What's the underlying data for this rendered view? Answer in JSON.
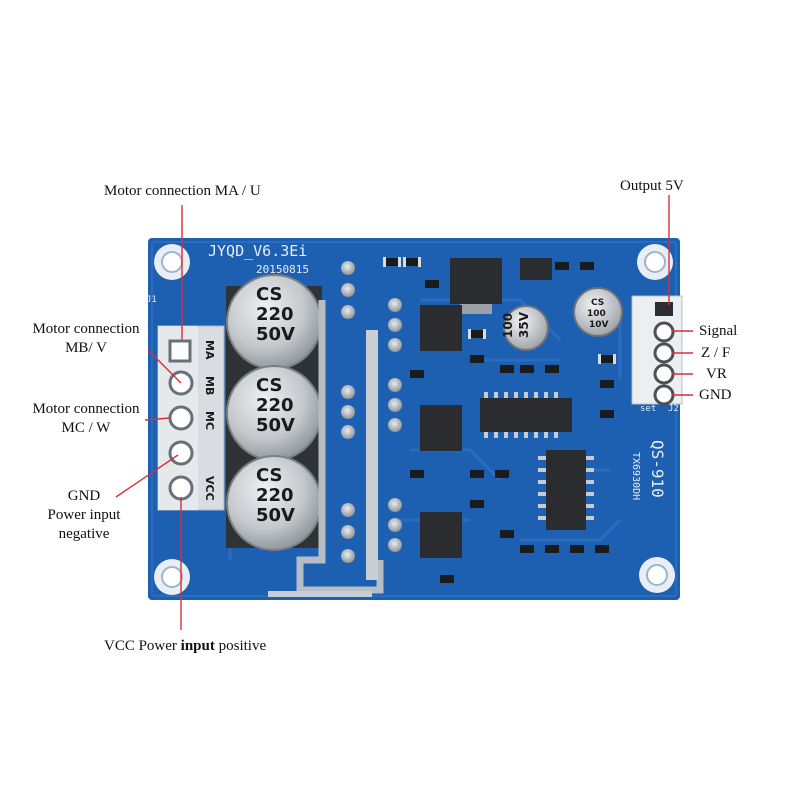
{
  "board": {
    "model_silk": "JYQD_V6.3Ei",
    "date_silk": "20150815",
    "j1_silk": "J1",
    "j2_silk": "J2",
    "set_silk": "set",
    "name_silk": "QS-910",
    "sub_silk": "TX6930DH",
    "terminal_labels": [
      "MA",
      "MB",
      "MC",
      "",
      "VCC"
    ],
    "big_caps": [
      {
        "brand": "CS",
        "value": "220",
        "voltage": "50V"
      },
      {
        "brand": "CS",
        "value": "220",
        "voltage": "50V"
      },
      {
        "brand": "CS",
        "value": "220",
        "voltage": "50V"
      }
    ],
    "small_cap_a": {
      "value": "100",
      "voltage": "35V"
    },
    "small_cap_b": {
      "brand": "CS",
      "value": "100",
      "voltage": "10V"
    }
  },
  "labels": {
    "ma": "Motor connection MA / U",
    "mb_line1": "Motor connection",
    "mb_line2": "MB/ V",
    "mc_line1": "Motor connection",
    "mc_line2": "MC / W",
    "gnd_line1": "GND",
    "gnd_line2": "Power input",
    "gnd_line3": "negative",
    "vcc_pre": "VCC Power ",
    "vcc_bold": "input",
    "vcc_post": " positive",
    "output": "Output 5V",
    "signal": "Signal",
    "zf": "Z / F",
    "vr": "VR",
    "gnd_right": "GND"
  },
  "colors": {
    "pcb": "#1d5fb0",
    "pcb_dark": "#164d92",
    "leader": "#d62f3a",
    "terminal_block": "#d9dde2",
    "capacitor": "#c9ccd0"
  }
}
